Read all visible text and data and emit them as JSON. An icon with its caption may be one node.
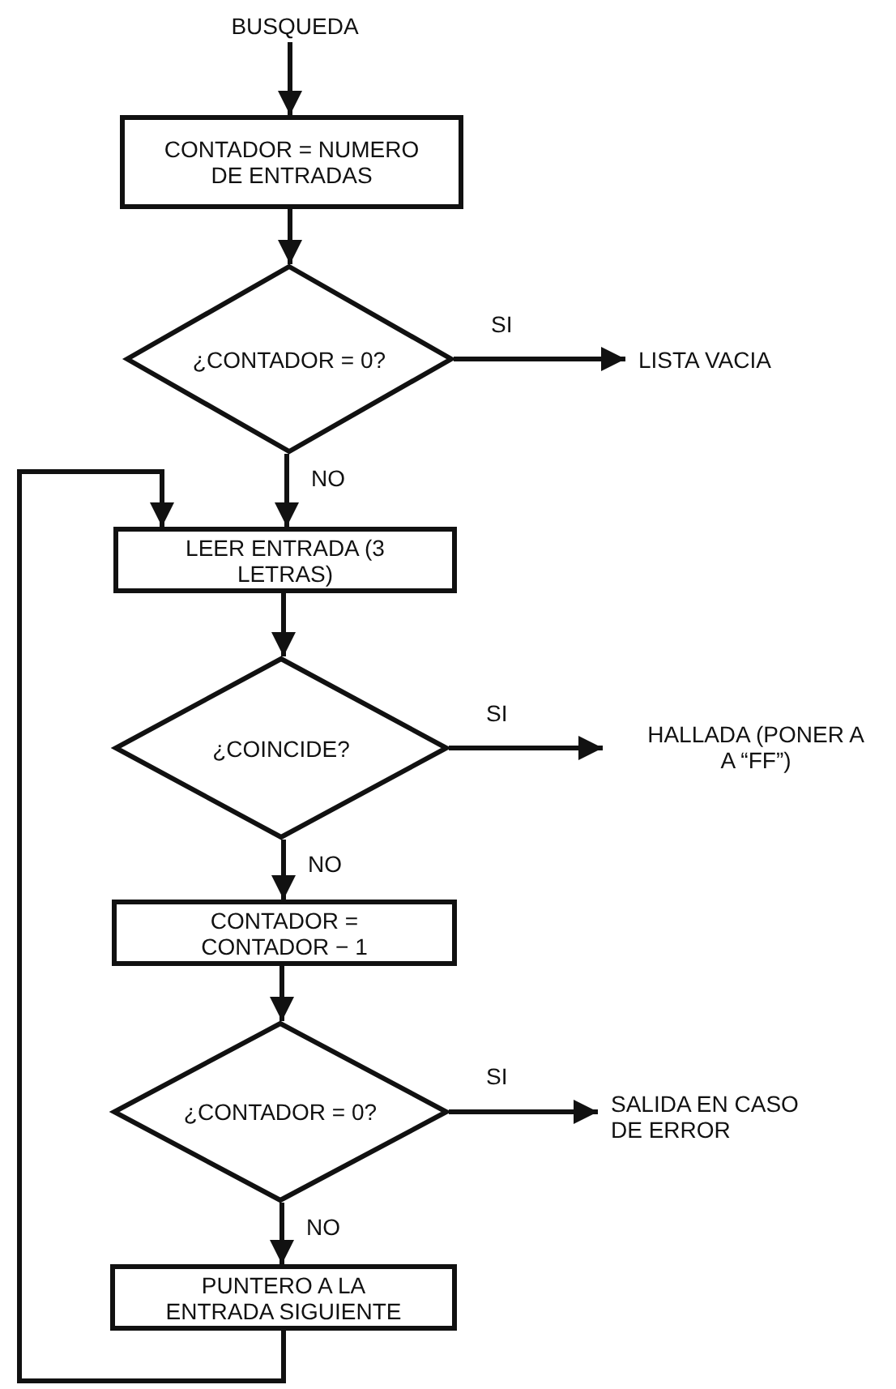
{
  "diagram": {
    "nodes": [
      {
        "text": [
          "BUSQUEDA"
        ]
      },
      {
        "text": [
          "CONTADOR = NUMERO DE ENTRADAS"
        ]
      },
      {
        "text": [
          "¿CONTADOR = 0?"
        ]
      },
      {
        "text": [
          "LISTA VACIA"
        ]
      },
      {
        "text": [
          "LEER ENTRADA (3 LETRAS)"
        ]
      },
      {
        "text": [
          "¿COINCIDE?"
        ]
      },
      {
        "text": [
          "HALLADA (PONER A A “FF”)"
        ]
      },
      {
        "text": [
          "CONTADOR = CONTADOR − 1"
        ]
      },
      {
        "text": [
          "¿CONTADOR = 0?"
        ]
      },
      {
        "text": [
          "SALIDA EN CASO DE ERROR"
        ]
      },
      {
        "text": [
          "PUNTERO A LA ENTRADA SIGUIENTE"
        ]
      }
    ],
    "edges": [
      {
        "from": 0,
        "to": 1,
        "arrow": "to"
      },
      {
        "from": 1,
        "to": 2,
        "arrow": "to"
      },
      {
        "from": 2,
        "to": 3,
        "arrow": "to",
        "label": "SI"
      },
      {
        "from": 2,
        "to": 4,
        "arrow": "to",
        "label": "NO"
      },
      {
        "from": 4,
        "to": 5,
        "arrow": "to"
      },
      {
        "from": 5,
        "to": 6,
        "arrow": "to",
        "label": "SI"
      },
      {
        "from": 5,
        "to": 7,
        "arrow": "to",
        "label": "NO"
      },
      {
        "from": 7,
        "to": 8,
        "arrow": "to"
      },
      {
        "from": 8,
        "to": 9,
        "arrow": "to",
        "label": "SI"
      },
      {
        "from": 8,
        "to": 10,
        "arrow": "to",
        "label": "NO"
      },
      {
        "from": 10,
        "to": 4,
        "arrow": "to"
      }
    ]
  }
}
